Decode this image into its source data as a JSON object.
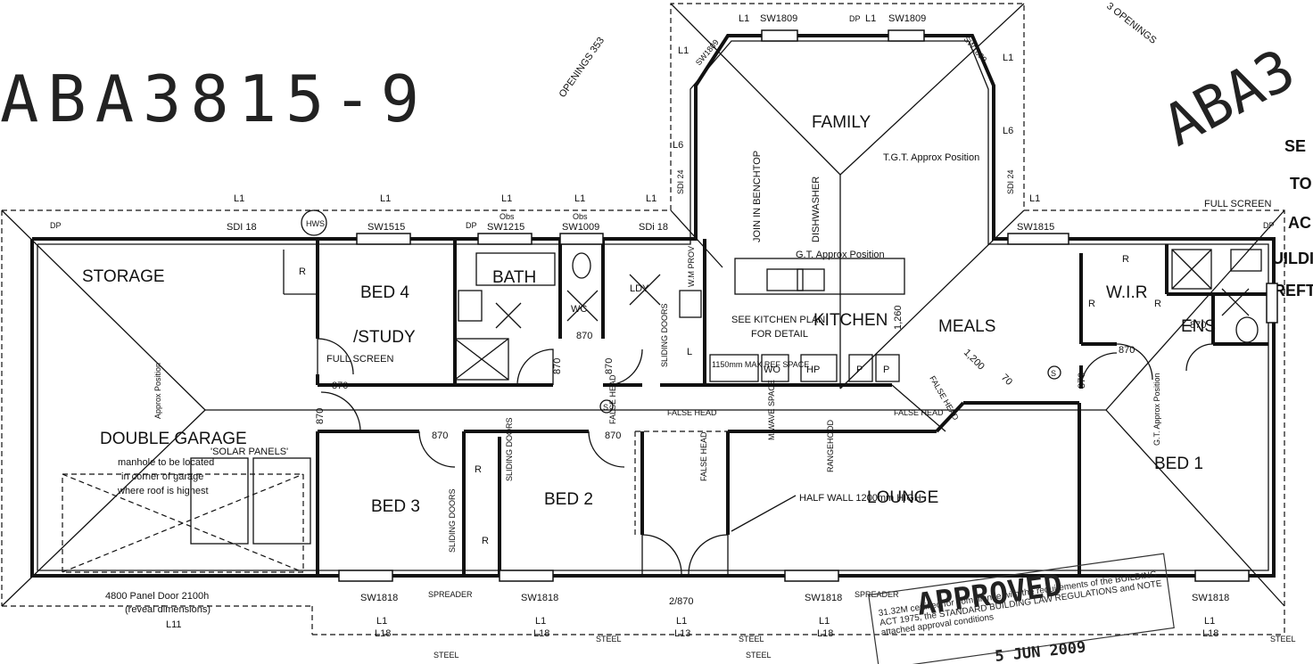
{
  "stamps": {
    "plan_number_left": "ABA3815-9",
    "plan_number_right": "ABA3",
    "openings_left": "OPENINGS 353",
    "openings_right": "3 OPENINGS",
    "approved": "APPROVED",
    "approved_body": "31.32M    certified for compliance with the requirements of the BUILDING ACT 1975, the STANDARD BUILDING LAW REGULATIONS and NOTE attached approval conditions",
    "approved_date": "5 JUN 2009",
    "right_edge_text": [
      "SE",
      "TO",
      "AC",
      "UILDI",
      "REFT"
    ]
  },
  "rooms": {
    "storage": "STORAGE",
    "bed4": "BED 4",
    "study": "/STUDY",
    "bath": "BATH",
    "ldy": "LDY",
    "wc": "WC",
    "family": "FAMILY",
    "kitchen": "KITCHEN",
    "meals": "MEALS",
    "wir": "W.I.R",
    "ens": "ENS",
    "double_garage": "DOUBLE GARAGE",
    "bed3": "BED 3",
    "bed2": "BED 2",
    "lounge": "LOUNGE",
    "bed1": "BED 1"
  },
  "top_labels": {
    "l1_a": "L1",
    "sdi18_a": "SDI 18",
    "l1_b": "L1",
    "sw1515": "SW1515",
    "l1_c": "L1",
    "obs_a": "Obs",
    "sw1215": "SW1215",
    "l1_d": "L1",
    "obs_b": "Obs",
    "sw1009": "SW1009",
    "l1_e": "L1",
    "sdi18_b": "SDi 18",
    "hws": "HWS",
    "l1_family_a": "L1",
    "sw1809_a": "SW1809",
    "l1_family_b": "L1",
    "sw1809_b": "SW1809",
    "l1_side_a": "L1",
    "sw1809_side_a": "SW1809",
    "l1_side_b": "L1",
    "sw1809_side_b": "SW1809",
    "l6_a": "L6",
    "l6_b": "L6",
    "sdi24_a": "SDI 24",
    "sdi24_b": "SDI 24",
    "l1_f": "L1",
    "sw1815": "SW1815",
    "dp": "DP",
    "full_screen_a": "FULL SCREEN",
    "full_screen_b": "FULL SCREEN"
  },
  "notes": {
    "join_benchtop": "JOIN IN BENCHTOP",
    "dishwasher": "DISHWASHER",
    "gt_approx": "G.T. Approx Position",
    "tgt_approx": "T.G.T. Approx Position",
    "see_kitchen_1": "SEE KITCHEN PLAN",
    "see_kitchen_2": "FOR DETAIL",
    "wm_prov": "W.M PROV",
    "sliding_doors": "SLIDING DOORS",
    "fridge_space": "1150mm MAX REF SPACE",
    "wo": "WO",
    "hp": "HP",
    "p": "P",
    "false_head": "FALSE HEAD",
    "microwave": "M/WAVE SPACE",
    "rangehood": "RANGEHOOD",
    "half_wall": "HALF WALL 1200mm HIGH",
    "solar_panels": "'SOLAR PANELS'",
    "manhole_1": "manhole to be located",
    "manhole_2": "in corner of garage",
    "manhole_3": "where roof is highest",
    "approx_position": "Approx Position",
    "gt_approx_side": "G.T. Approx Position",
    "panel_door_1": "4800 Panel Door 2100h",
    "panel_door_2": "(reveal dimensions)",
    "r": "R",
    "l": "L",
    "d870": "870",
    "d1200": "1,200",
    "d1260": "1,260",
    "d70": "70",
    "d2870": "2/870",
    "s": "S"
  },
  "bottom_labels": {
    "l11": "L11",
    "sw1818_a": "SW1818",
    "spreader_a": "SPREADER",
    "sw1818_b": "SW1818",
    "sw1818_c": "SW1818",
    "spreader_b": "SPREADER",
    "sw1818_d": "SW1818",
    "l1": "L1",
    "l18": "L18",
    "l13": "L13",
    "steel": "STEEL"
  }
}
